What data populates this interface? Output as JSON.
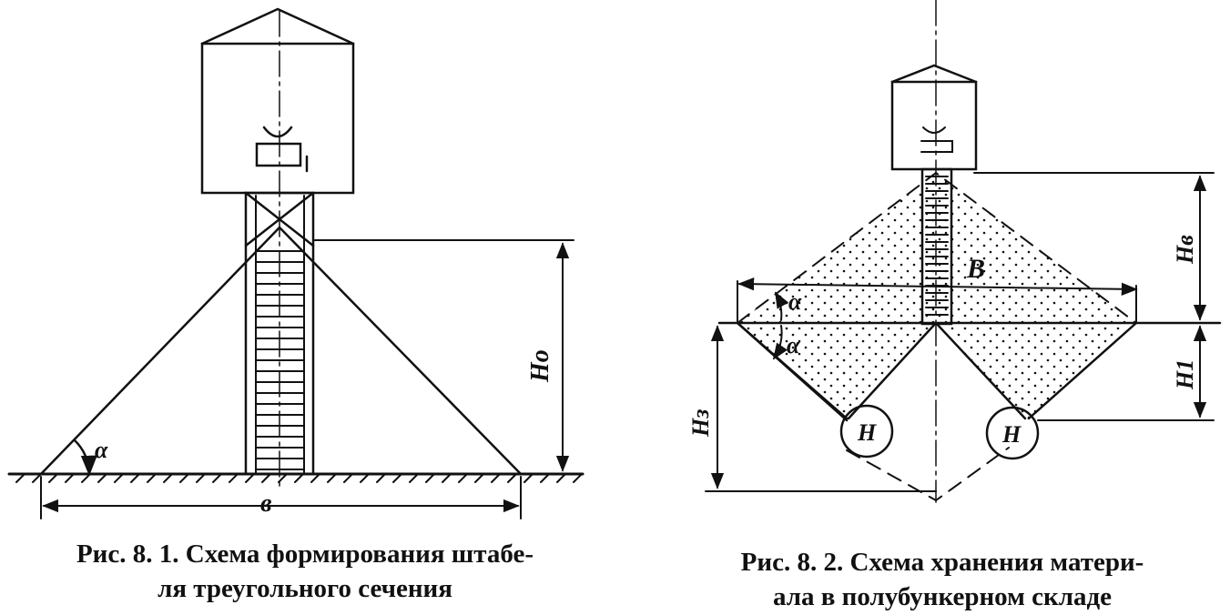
{
  "figure1": {
    "labels": {
      "alpha": "α",
      "base_width": "в",
      "height": "Но"
    },
    "caption": {
      "line1": "Рис. 8. 1. Схема формирования штабе-",
      "line2": "ля треугольного сечения"
    }
  },
  "figure2": {
    "labels": {
      "alpha_upper": "α",
      "alpha_lower": "α",
      "width": "В",
      "height_top": "Нв",
      "height_middle": "Н1",
      "height_left": "Нз",
      "feeder_left": "Н",
      "feeder_right": "Н"
    },
    "caption": {
      "line1": "Рис. 8. 2. Схема хранения матери-",
      "line2": "ала в полубункерном складе"
    }
  },
  "colors": {
    "ink": "#111111",
    "paper": "#ffffff"
  }
}
